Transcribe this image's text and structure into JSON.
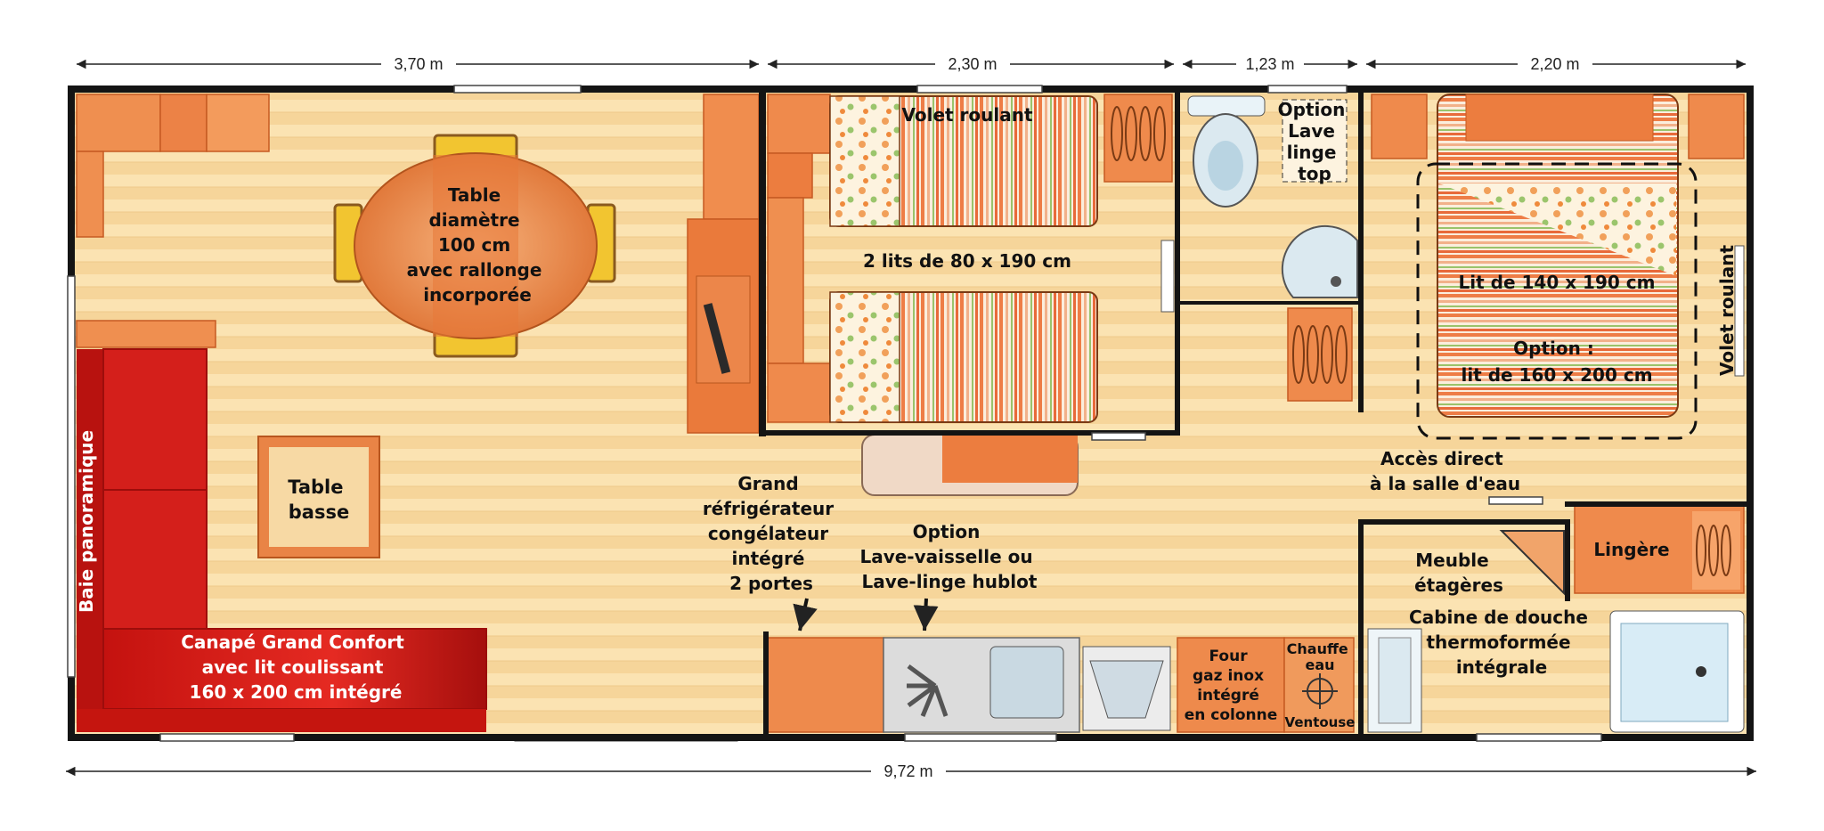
{
  "dimensions": {
    "living_width": "3,70 m",
    "kids_room_width": "2,30 m",
    "wc_width": "1,23 m",
    "master_room_width": "2,20 m",
    "total_length": "9,72 m"
  },
  "labels": {
    "volet_roulant_top": "Volet roulant",
    "twin_beds": "2 lits de 80 x 190 cm",
    "wc_option": [
      "Option",
      "Lave",
      "linge",
      "top"
    ],
    "double_bed": "Lit de 140 x 190 cm",
    "bed_option": [
      "Option :",
      "lit de 160 x 200 cm"
    ],
    "volet_roulant_side": "Volet roulant",
    "dining_table": [
      "Table",
      "diamètre",
      "100 cm",
      "avec rallonge",
      "incorporée"
    ],
    "baie": "Baie panoramique",
    "coffee_table": [
      "Table",
      "basse"
    ],
    "sofa": [
      "Canapé Grand Confort",
      "avec lit coulissant",
      "160 x 200 cm intégré"
    ],
    "fridge": [
      "Grand",
      "réfrigérateur",
      "congélateur",
      "intégré",
      "2 portes"
    ],
    "dishwasher": [
      "Option",
      "Lave-vaisselle ou",
      "Lave-linge hublot"
    ],
    "oven": [
      "Four",
      "gaz inox",
      "intégré",
      "en colonne"
    ],
    "water_heater": [
      "Chauffe",
      "eau"
    ],
    "ventouse": "Ventouse",
    "acces": [
      "Accès direct",
      "à la salle d'eau"
    ],
    "meuble": [
      "Meuble",
      "étagères"
    ],
    "lingere": "Lingère",
    "shower": [
      "Cabine de douche",
      "thermoformée",
      "intégrale"
    ]
  },
  "colors": {
    "wall": "#141414",
    "floor_light": "#fbe3b2",
    "floor_dark": "#f3cf92",
    "furniture": "#ee8a4c",
    "furniture_dark": "#d9642a",
    "sofa": "#d8201c",
    "table": "#e98644"
  }
}
